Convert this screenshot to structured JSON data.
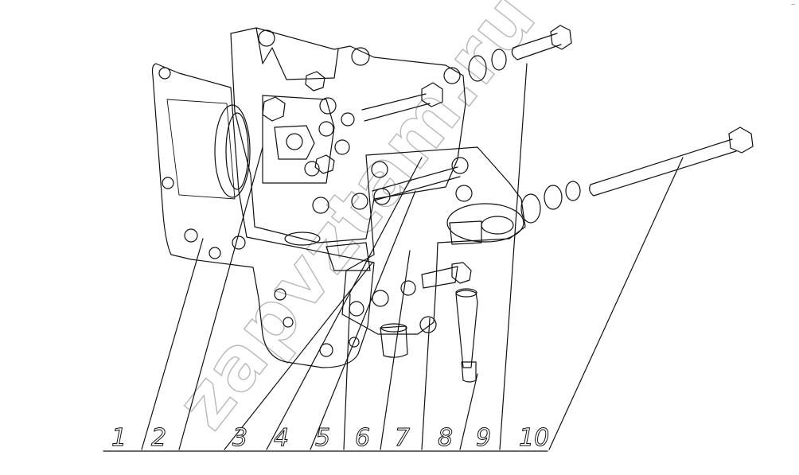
{
  "watermark": "zapvztam.ru",
  "corner_mark": "⁻",
  "callouts": [
    {
      "label": "1"
    },
    {
      "label": "2"
    },
    {
      "label": "3"
    },
    {
      "label": "4"
    },
    {
      "label": "5"
    },
    {
      "label": "6"
    },
    {
      "label": "7"
    },
    {
      "label": "8"
    },
    {
      "label": "9"
    },
    {
      "label": "10"
    }
  ]
}
